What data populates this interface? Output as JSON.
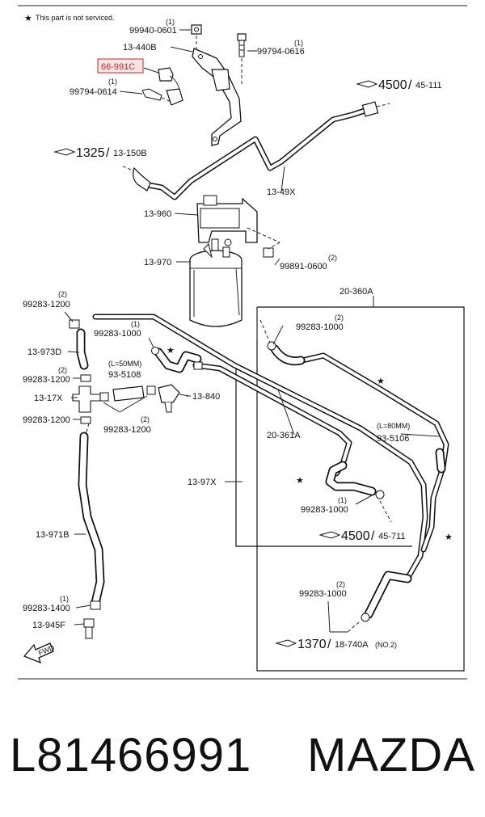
{
  "legend": {
    "star": "★",
    "note": "This part is not serviced."
  },
  "labels": {
    "q1a": "(1)",
    "p99940": "99940-0601",
    "p13440B": "13-440B",
    "q1b": "(1)",
    "p99794a": "99794-0616",
    "p66991": "66-991C",
    "q1c": "(1)",
    "p99794b": "99794-0614",
    "p1349X": "13-49X",
    "p13960": "13-960",
    "p13970": "13-970",
    "q2a": "(2)",
    "p99891": "99891-0600",
    "p20360A": "20-360A",
    "q2b": "(2)",
    "p99283a": "99283-1200",
    "q1d": "(1)",
    "p99283b": "99283-1000",
    "q2c": "(2)",
    "p99283c": "99283-1000",
    "p13973D": "13-973D",
    "l50": "(L=50MM)",
    "p935108": "93-5108",
    "q2d": "(2)",
    "p99283d": "99283-1200",
    "p1317X": "13-17X",
    "p99283e": "99283-1200",
    "p13840": "13-840",
    "q2e": "(2)",
    "p99283f": "99283-1200",
    "p20361A": "20-361A",
    "l80": "(L=80MM)",
    "p935106": "93-5106",
    "p1397X": "13-97X",
    "q1e": "(1)",
    "p99283g": "99283-1000",
    "p13971B": "13-971B",
    "q2f": "(2)",
    "p99283h": "99283-1000",
    "q1f": "(1)",
    "p99283i": "99283-1400",
    "p13945F": "13-945F",
    "fwd": "FWD"
  },
  "refs": {
    "r4500a": {
      "main": "4500",
      "sub": "45-111"
    },
    "r1325": {
      "main": "1325",
      "sub": "13-150B"
    },
    "r4500b": {
      "main": "4500",
      "sub": "45-711"
    },
    "r1370": {
      "main": "1370",
      "sub": "18-740A",
      "note": "(NO.2)"
    }
  },
  "footer": {
    "part_number": "L81466991",
    "brand": "MAZDA"
  },
  "colors": {
    "highlight": "#c62828",
    "line": "#111111"
  }
}
